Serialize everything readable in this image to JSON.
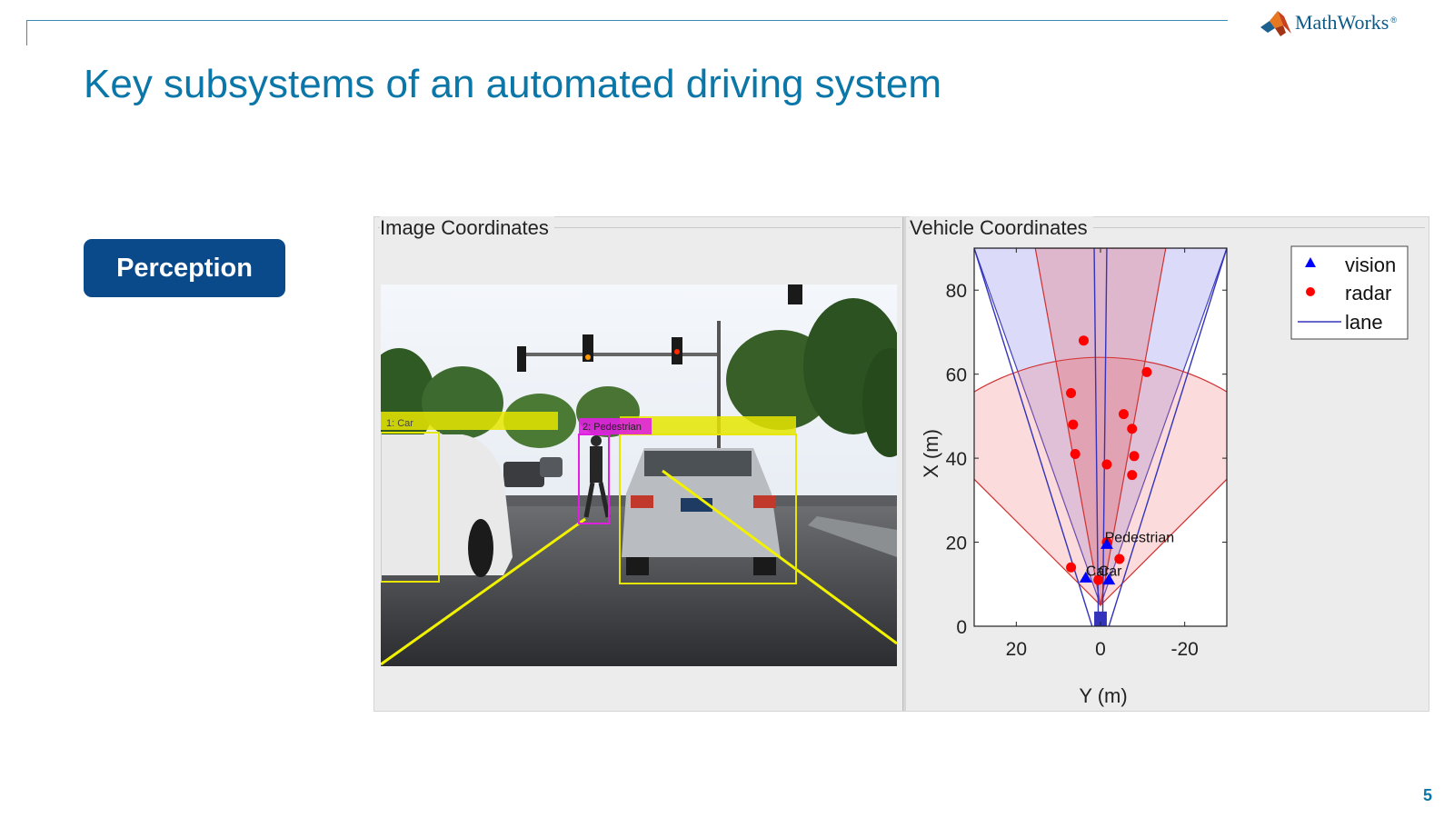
{
  "slide": {
    "title": "Key subsystems of an automated driving system",
    "page_number": "5",
    "accent_color": "#0b76a8"
  },
  "logo": {
    "text": "MathWorks",
    "mark": "®"
  },
  "button": {
    "label": "Perception",
    "color": "#0b4a8a"
  },
  "figure": {
    "left_panel": {
      "title": "Image Coordinates",
      "detections": [
        {
          "id": "1",
          "label": "1: Car"
        },
        {
          "id": "2",
          "label": "2: Pedestrian"
        }
      ]
    },
    "right_panel": {
      "title": "Vehicle Coordinates",
      "xlabel": "Y (m)",
      "ylabel": "X (m)",
      "x_ticks": [
        "20",
        "0",
        "-20"
      ],
      "y_ticks": [
        "0",
        "20",
        "40",
        "60",
        "80"
      ],
      "legend": [
        "vision",
        "radar",
        "lane"
      ],
      "annotations": [
        "Pedestrian",
        "Car",
        "Car"
      ],
      "colors": {
        "vision": "#0000ff",
        "radar": "#ff0000",
        "lane": "#3333bb"
      }
    }
  },
  "chart_data": {
    "type": "scatter",
    "title": "Vehicle Coordinates",
    "xlabel": "Y (m)",
    "ylabel": "X (m)",
    "xlim": [
      30,
      -30
    ],
    "ylim": [
      0,
      90
    ],
    "grid": false,
    "legend_position": "top-right",
    "series": [
      {
        "name": "vision",
        "marker": "triangle",
        "points": [
          [
            -1.5,
            19.5
          ],
          [
            3.5,
            11.5
          ],
          [
            -2,
            11
          ]
        ]
      },
      {
        "name": "radar",
        "marker": "circle",
        "points": [
          [
            4,
            68
          ],
          [
            7,
            55.5
          ],
          [
            6.5,
            48
          ],
          [
            6,
            41
          ],
          [
            -11,
            60.5
          ],
          [
            -5.5,
            50.5
          ],
          [
            -7.5,
            47
          ],
          [
            -8,
            40.5
          ],
          [
            -7.5,
            36
          ],
          [
            -1.5,
            38.5
          ],
          [
            -1.5,
            20
          ],
          [
            -4.5,
            16
          ],
          [
            7,
            14
          ],
          [
            0.5,
            11
          ]
        ]
      },
      {
        "name": "lane",
        "lines": [
          [
            [
              30,
              90
            ],
            [
              2,
              0
            ]
          ],
          [
            [
              -30,
              90
            ],
            [
              -2,
              0
            ]
          ],
          [
            [
              1.5,
              90
            ],
            [
              0.5,
              0
            ]
          ],
          [
            [
              -1.5,
              90
            ],
            [
              -0.5,
              0
            ]
          ]
        ]
      }
    ],
    "coverage": {
      "vision_fov": {
        "apex": [
          0,
          5
        ],
        "left_edge": [
          30,
          90
        ],
        "right_edge": [
          -30,
          90
        ]
      },
      "radar_long": {
        "apex": [
          0,
          5
        ],
        "left_edge": [
          15.5,
          90
        ],
        "right_edge": [
          -15.5,
          90
        ]
      },
      "radar_short": {
        "apex": [
          0,
          5
        ],
        "range_m": 59,
        "half_angle_deg": 45
      }
    },
    "annotations": [
      {
        "text": "Pedestrian",
        "at": [
          -1,
          20
        ]
      },
      {
        "text": "Car",
        "at": [
          3.5,
          12
        ]
      },
      {
        "text": "Car",
        "at": [
          0.5,
          12
        ]
      }
    ]
  }
}
